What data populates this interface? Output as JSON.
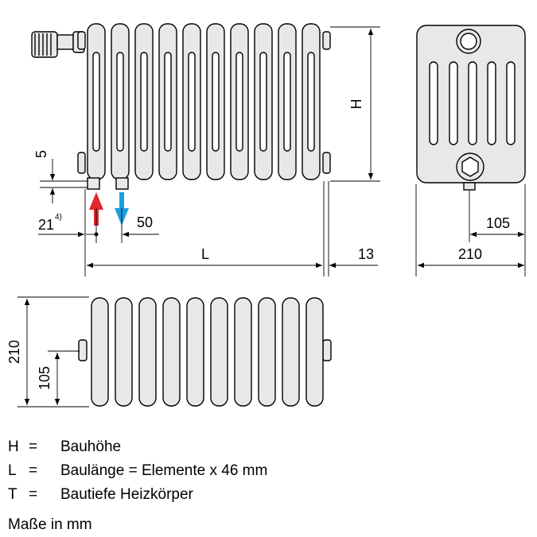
{
  "labels": {
    "H": "H",
    "L": "L",
    "dim_5": "5",
    "dim_21": "21",
    "dim_21_note": "4)",
    "dim_50": "50",
    "dim_13": "13",
    "dim_105_side": "105",
    "dim_210_side": "210",
    "dim_210_top": "210",
    "dim_105_top": "105"
  },
  "legend": [
    {
      "symbol": "H",
      "eq": "=",
      "text": "Bauhöhe"
    },
    {
      "symbol": "L",
      "eq": "=",
      "text": "Baulänge = Elemente x 46 mm"
    },
    {
      "symbol": "T",
      "eq": "=",
      "text": "Bautiefe Heizkörper"
    }
  ],
  "note": "Maße in mm",
  "colors": {
    "supply_arrow": "#e3262d",
    "return_arrow": "#1a9fde",
    "radiator_fill": "#e8e8e8",
    "outline": "#000000"
  },
  "icons": {
    "thermostat": "thermostat-head-icon",
    "supply": "arrow-up-icon",
    "return": "arrow-down-icon"
  }
}
